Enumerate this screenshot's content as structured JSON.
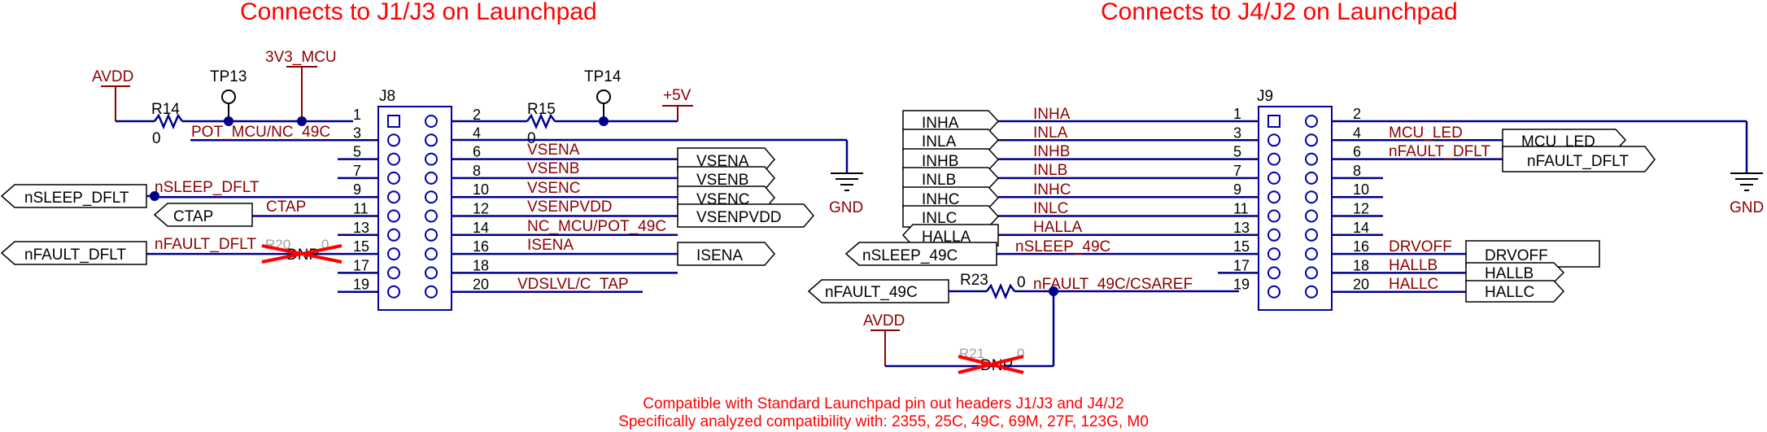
{
  "titles": {
    "left": "Connects to J1/J3 on Launchpad",
    "right": "Connects to J4/J2 on Launchpad"
  },
  "notes": {
    "line1": "Compatible with Standard Launchpad pin out headers J1/J3 and J4/J2",
    "line2": "Specifically analyzed compatibility with: 2355, 25C, 49C, 69M, 27F, 123G, M0"
  },
  "left": {
    "connector": "J8",
    "power": {
      "avdd": "AVDD",
      "v33": "3V3_MCU",
      "v5": "+5V",
      "gnd": "GND"
    },
    "testpoints": {
      "tp13": "TP13",
      "tp14": "TP14"
    },
    "resistors": {
      "r14": "R14",
      "r14_val": "0",
      "r15": "R15",
      "r15_val": "0",
      "r20": "R20",
      "r20_val": "0",
      "r20_dnp": "DNP"
    },
    "pins_odd": [
      "1",
      "3",
      "5",
      "7",
      "9",
      "11",
      "13",
      "15",
      "17",
      "19"
    ],
    "pins_even": [
      "2",
      "4",
      "6",
      "8",
      "10",
      "12",
      "14",
      "16",
      "18",
      "20"
    ],
    "nets": {
      "p3": "POT_MCU/NC_49C",
      "p9": "nSLEEP_DFLT",
      "p11": "CTAP",
      "p15": "nFAULT_DFLT",
      "p6": "VSENA",
      "p8": "VSENB",
      "p10": "VSENC",
      "p12": "VSENPVDD",
      "p14": "NC_MCU/POT_49C",
      "p16": "ISENA",
      "p20": "VDSLVL/C_TAP"
    },
    "ports": {
      "nsleep": "nSLEEP_DFLT",
      "ctap": "CTAP",
      "nfault": "nFAULT_DFLT",
      "vsena": "VSENA",
      "vsenb": "VSENB",
      "vsenc": "VSENC",
      "vsenpvdd": "VSENPVDD",
      "isena": "ISENA"
    }
  },
  "right": {
    "connector": "J9",
    "power": {
      "avdd": "AVDD",
      "gnd": "GND"
    },
    "resistors": {
      "r23": "R23",
      "r23_val": "0",
      "r21": "R21",
      "r21_val": "0",
      "r21_dnp": "DNP"
    },
    "pins_odd": [
      "1",
      "3",
      "5",
      "7",
      "9",
      "11",
      "13",
      "15",
      "17",
      "19"
    ],
    "pins_even": [
      "2",
      "4",
      "6",
      "8",
      "10",
      "12",
      "14",
      "16",
      "18",
      "20"
    ],
    "nets": {
      "p1": "INHA",
      "p3": "INLA",
      "p5": "INHB",
      "p7": "INLB",
      "p9": "INHC",
      "p11": "INLC",
      "p13": "HALLA",
      "p15": "nSLEEP_49C",
      "p19": "nFAULT_49C/CSAREF",
      "p4": "MCU_LED",
      "p6": "nFAULT_DFLT",
      "p16": "DRVOFF",
      "p18": "HALLB",
      "p20": "HALLC"
    },
    "ports": {
      "inha": "INHA",
      "inla": "INLA",
      "inhb": "INHB",
      "inlb": "INLB",
      "inhc": "INHC",
      "inlc": "INLC",
      "halla": "HALLA",
      "nsleep": "nSLEEP_49C",
      "nfault": "nFAULT_49C",
      "mcu_led": "MCU_LED",
      "nfault_dflt": "nFAULT_DFLT",
      "drvoff": "DRVOFF",
      "hallb": "HALLB",
      "hallc": "HALLC"
    }
  }
}
